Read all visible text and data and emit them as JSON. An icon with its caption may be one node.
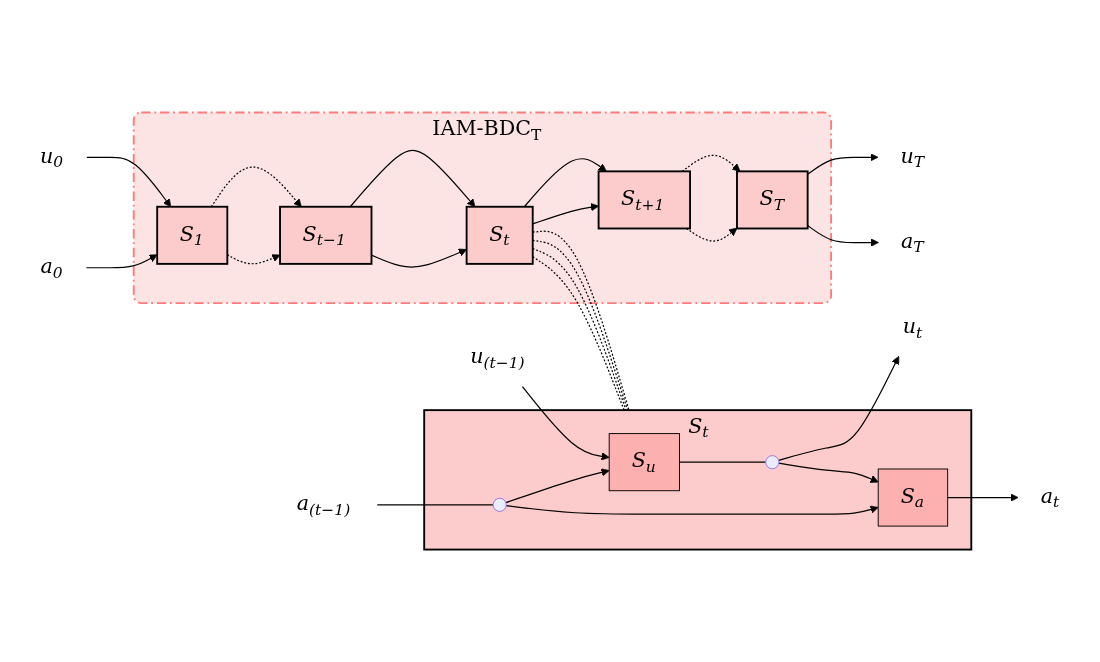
{
  "diagram": {
    "nodes": [
      {
        "text": [
          "IAM-BDC$_{T}$"
        ]
      },
      {
        "text": [
          "u$_{0}$"
        ]
      },
      {
        "text": [
          "a$_{0}$"
        ]
      },
      {
        "text": [
          "S$_{1}$"
        ],
        "in": 0
      },
      {
        "text": [
          "S$_{t−1}$"
        ],
        "in": 0
      },
      {
        "text": [
          "S$_{t}$"
        ],
        "in": 0
      },
      {
        "text": [
          "S$_{t+1}$"
        ],
        "in": 0
      },
      {
        "text": [
          "S$_{T}$"
        ],
        "in": 0
      },
      {
        "text": [
          "u$_{T}$"
        ]
      },
      {
        "text": [
          "a$_{T}$"
        ]
      },
      {
        "text": [
          "S$_{t}$"
        ]
      },
      {
        "text": [
          "u$_{(t−1)}$"
        ]
      },
      {
        "text": [
          "a$_{(t−1)}$"
        ]
      },
      {
        "text": [
          "S$_{u}$"
        ],
        "in": 10
      },
      {
        "text": [
          "S$_{a}$"
        ],
        "in": 10
      },
      {
        "text": [],
        "shape": "circle",
        "in": 10
      },
      {
        "text": [],
        "shape": "circle",
        "in": 10
      },
      {
        "text": [
          "u$_{t}$"
        ]
      },
      {
        "text": [
          "a$_{t}$"
        ]
      }
    ],
    "edges": [
      {
        "from": 1,
        "to": 3,
        "arrow": "to"
      },
      {
        "from": 2,
        "to": 3,
        "arrow": "to"
      },
      {
        "from": 3,
        "to": 4,
        "arrow": "to",
        "style": "dashed"
      },
      {
        "from": 3,
        "to": 4,
        "arrow": "to",
        "style": "dashed"
      },
      {
        "from": 4,
        "to": 5,
        "arrow": "to"
      },
      {
        "from": 4,
        "to": 5,
        "arrow": "to"
      },
      {
        "from": 5,
        "to": 6,
        "arrow": "to"
      },
      {
        "from": 5,
        "to": 6,
        "arrow": "to"
      },
      {
        "from": 6,
        "to": 7,
        "arrow": "to",
        "style": "dashed"
      },
      {
        "from": 6,
        "to": 7,
        "arrow": "to",
        "style": "dashed"
      },
      {
        "from": 7,
        "to": 8,
        "arrow": "to"
      },
      {
        "from": 7,
        "to": 9,
        "arrow": "to"
      },
      {
        "from": 5,
        "to": 10,
        "arrow": "none",
        "style": "dashed"
      },
      {
        "from": 5,
        "to": 10,
        "arrow": "none",
        "style": "dashed"
      },
      {
        "from": 5,
        "to": 10,
        "arrow": "none",
        "style": "dashed"
      },
      {
        "from": 5,
        "to": 10,
        "arrow": "none",
        "style": "dashed"
      },
      {
        "from": 11,
        "to": 13,
        "arrow": "to"
      },
      {
        "from": 13,
        "to": 15,
        "arrow": "none"
      },
      {
        "from": 15,
        "to": 17,
        "arrow": "to"
      },
      {
        "from": 15,
        "to": 14,
        "arrow": "to"
      },
      {
        "from": 12,
        "to": 16,
        "arrow": "none"
      },
      {
        "from": 16,
        "to": 13,
        "arrow": "to"
      },
      {
        "from": 16,
        "to": 14,
        "arrow": "to"
      },
      {
        "from": 14,
        "to": 18,
        "arrow": "to"
      }
    ]
  }
}
